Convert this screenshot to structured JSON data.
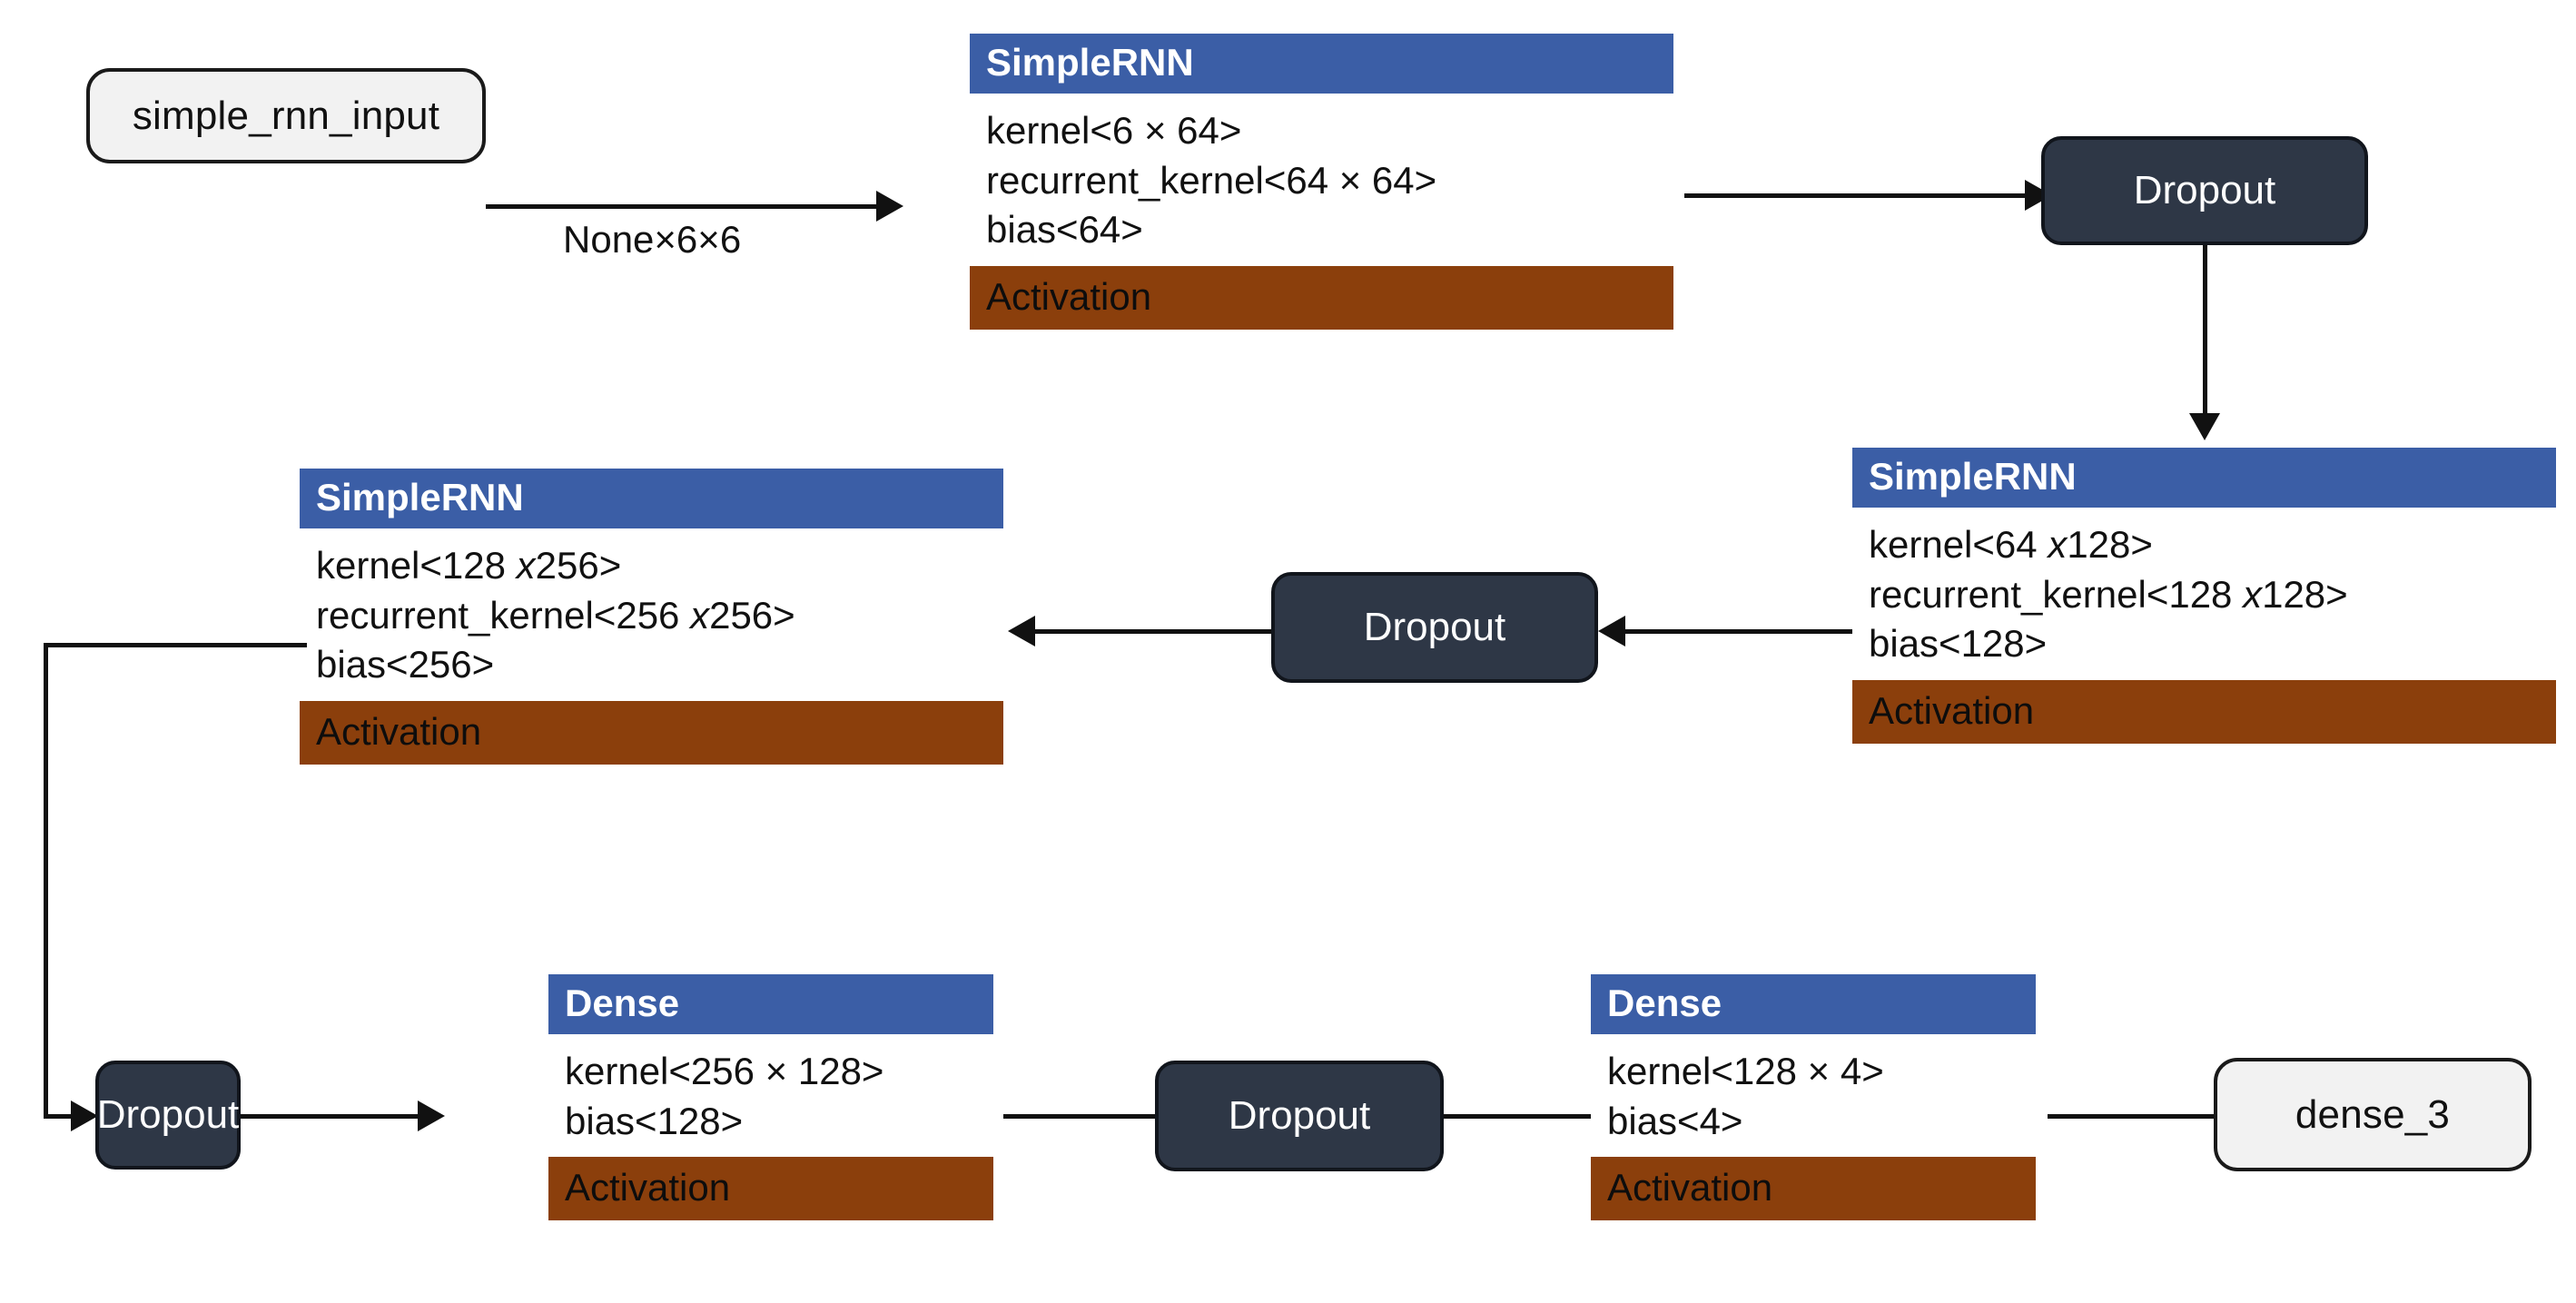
{
  "diagram": {
    "title": "Keras SimpleRNN model architecture graph",
    "colors": {
      "header_blue": "#3B5EA6",
      "activation_brown": "#8B3F0C",
      "dropout_navy": "#2E3746",
      "io_node_fill": "#F2F2F2",
      "edge_black": "#111111",
      "canvas_white": "#FFFFFF"
    }
  },
  "nodes": {
    "input": {
      "label": "simple_rnn_input",
      "type": "input-node"
    },
    "rnn1": {
      "header": "SimpleRNN",
      "params": [
        {
          "name": "kernel",
          "shape": "<6 × 64>",
          "text": "kernel<6 × 64>"
        },
        {
          "name": "recurrent_kernel",
          "shape": "<64 × 64>",
          "text": "recurrent_kernel<64 × 64>"
        },
        {
          "name": "bias",
          "shape": "<64>",
          "text": "bias<64>"
        }
      ],
      "footer": "Activation"
    },
    "dropout1": {
      "label": "Dropout"
    },
    "rnn2": {
      "header": "SimpleRNN",
      "params": [
        {
          "name": "kernel",
          "shape": "<64 x128>",
          "prefix": "kernel<64 ",
          "italic": "x",
          "suffix": "128>"
        },
        {
          "name": "recurrent_kernel",
          "shape": "<128 x128>",
          "prefix": "recurrent_kernel<128 ",
          "italic": "x",
          "suffix": "128>"
        },
        {
          "name": "bias",
          "shape": "<128>",
          "text": "bias<128>"
        }
      ],
      "footer": "Activation"
    },
    "dropout2": {
      "label": "Dropout"
    },
    "rnn3": {
      "header": "SimpleRNN",
      "params": [
        {
          "name": "kernel",
          "shape": "<128 x256>",
          "prefix": "kernel<128 ",
          "italic": "x",
          "suffix": "256>"
        },
        {
          "name": "recurrent_kernel",
          "shape": "<256 x256>",
          "prefix": "recurrent_kernel<256 ",
          "italic": "x",
          "suffix": "256>"
        },
        {
          "name": "bias",
          "shape": "<256>",
          "text": "bias<256>"
        }
      ],
      "footer": "Activation"
    },
    "dropout3": {
      "label": "Dropout"
    },
    "dense1": {
      "header": "Dense",
      "params": [
        {
          "name": "kernel",
          "shape": "<256 × 128>",
          "text": "kernel<256 × 128>"
        },
        {
          "name": "bias",
          "shape": "<128>",
          "text": "bias<128>"
        }
      ],
      "footer": "Activation"
    },
    "dropout4": {
      "label": "Dropout"
    },
    "dense2": {
      "header": "Dense",
      "params": [
        {
          "name": "kernel",
          "shape": "<128 × 4>",
          "text": "kernel<128 × 4>"
        },
        {
          "name": "bias",
          "shape": "<4>",
          "text": "bias<4>"
        }
      ],
      "footer": "Activation"
    },
    "output": {
      "label": "dense_3",
      "type": "output-node"
    }
  },
  "edges": [
    {
      "id": "e1",
      "from": "input",
      "to": "rnn1",
      "label": "None×6×6",
      "direction": "right"
    },
    {
      "id": "e2",
      "from": "rnn1",
      "to": "dropout1",
      "label": "",
      "direction": "right"
    },
    {
      "id": "e3",
      "from": "dropout1",
      "to": "rnn2",
      "label": "",
      "direction": "down"
    },
    {
      "id": "e4",
      "from": "rnn2",
      "to": "dropout2",
      "label": "",
      "direction": "left"
    },
    {
      "id": "e5",
      "from": "dropout2",
      "to": "rnn3",
      "label": "",
      "direction": "left"
    },
    {
      "id": "e6",
      "from": "rnn3",
      "to": "dropout3",
      "label": "",
      "direction": "left-down-right"
    },
    {
      "id": "e7",
      "from": "dropout3",
      "to": "dense1",
      "label": "",
      "direction": "right"
    },
    {
      "id": "e8",
      "from": "dense1",
      "to": "dropout4",
      "label": "",
      "direction": "right"
    },
    {
      "id": "e9",
      "from": "dropout4",
      "to": "dense2",
      "label": "",
      "direction": "right"
    },
    {
      "id": "e10",
      "from": "dense2",
      "to": "output",
      "label": "",
      "direction": "right"
    }
  ]
}
